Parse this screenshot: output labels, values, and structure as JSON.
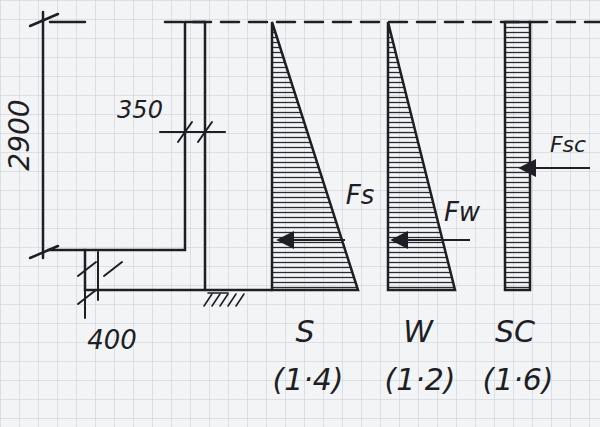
{
  "diagram": {
    "labels": [
      "2900",
      "350",
      "400",
      "Fs",
      "Fw",
      "Fsc",
      "S",
      "(1·4)",
      "W",
      "(1·2)",
      "SC",
      "(1·6)"
    ]
  }
}
